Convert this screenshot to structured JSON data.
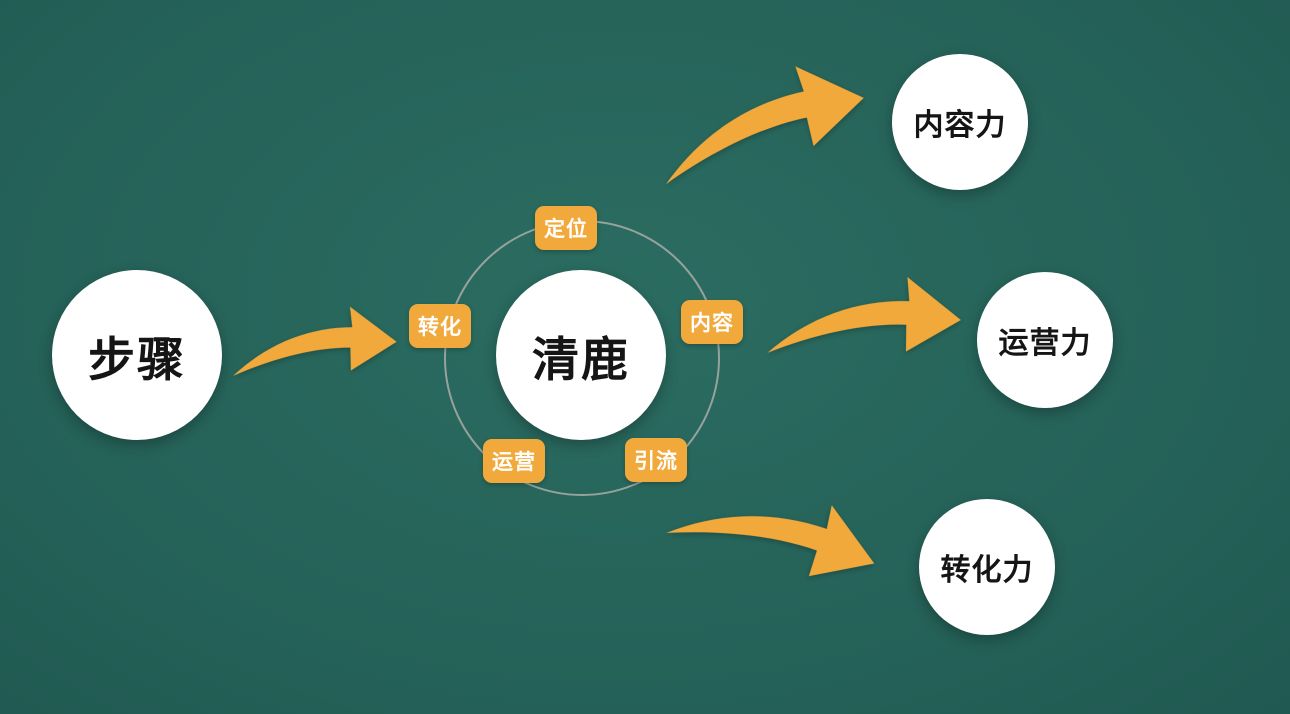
{
  "colors": {
    "accent": "#F2A93B",
    "node_fill": "#FFFFFF",
    "node_text": "#151515",
    "badge_text": "#FFFFFF",
    "ring_stroke": "#97A29D",
    "background": "#1E564E"
  },
  "nodes": {
    "source": {
      "label": "步骤"
    },
    "center": {
      "label": "清鹿"
    }
  },
  "badges": [
    {
      "label": "定位"
    },
    {
      "label": "转化"
    },
    {
      "label": "内容"
    },
    {
      "label": "运营"
    },
    {
      "label": "引流"
    }
  ],
  "outcomes": [
    {
      "label": "内容力"
    },
    {
      "label": "运营力"
    },
    {
      "label": "转化力"
    }
  ]
}
